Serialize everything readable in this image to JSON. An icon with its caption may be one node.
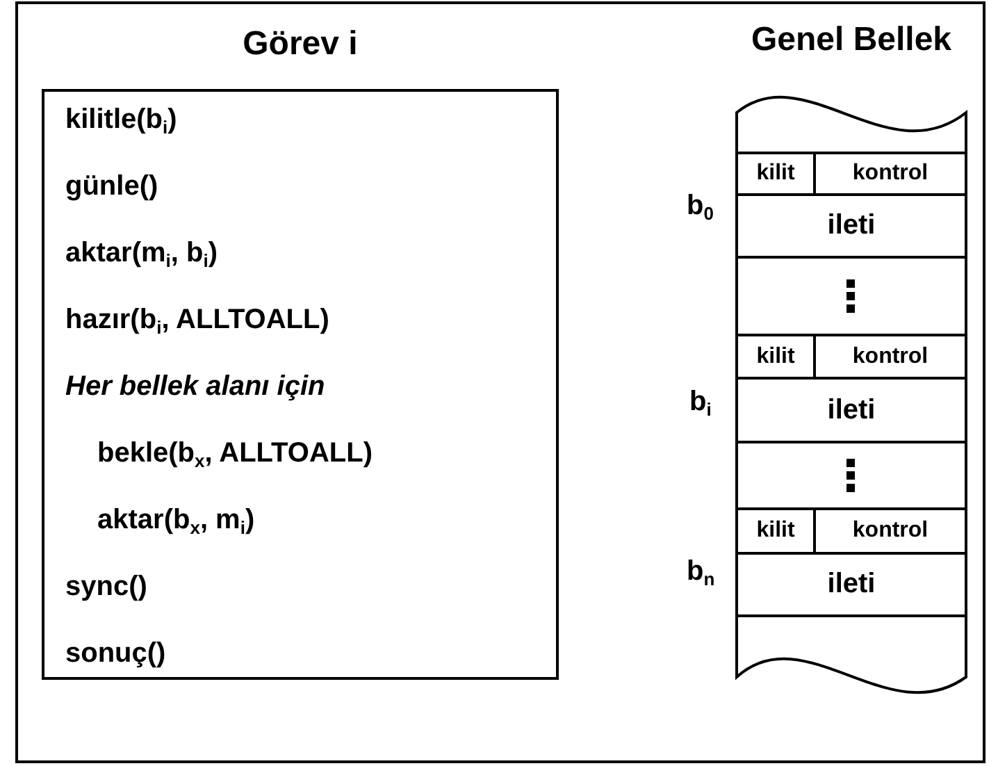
{
  "diagram": {
    "nodes": [
      {
        "text": [
          "Görev i",
          "kilitle(b$_{i}$)",
          "günle()",
          "aktar(m$_{i}$, b$_{i}$)",
          "hazır(b$_{i}$, ALLTOALL)",
          "Her bellek alanı için",
          "bekle(b$_{x}$, ALLTOALL)",
          "aktar(b$_{x}$, m$_{i}$)",
          "sync()",
          "sonuç()"
        ]
      },
      {
        "text": [
          "Genel Bellek"
        ]
      },
      {
        "text": [
          "kilit"
        ],
        "in": 1
      },
      {
        "text": [
          "kontrol"
        ],
        "in": 1
      },
      {
        "text": [
          "ileti"
        ],
        "in": 1
      },
      {
        "text": [
          "kilit"
        ],
        "in": 1
      },
      {
        "text": [
          "kontrol"
        ],
        "in": 1
      },
      {
        "text": [
          "ileti"
        ],
        "in": 1
      },
      {
        "text": [
          "kilit"
        ],
        "in": 1
      },
      {
        "text": [
          "kontrol"
        ],
        "in": 1
      },
      {
        "text": [
          "ileti"
        ],
        "in": 1
      }
    ],
    "labels": [
      "b$_{0}$",
      "b$_{i}$",
      "b$_{n}$"
    ]
  }
}
